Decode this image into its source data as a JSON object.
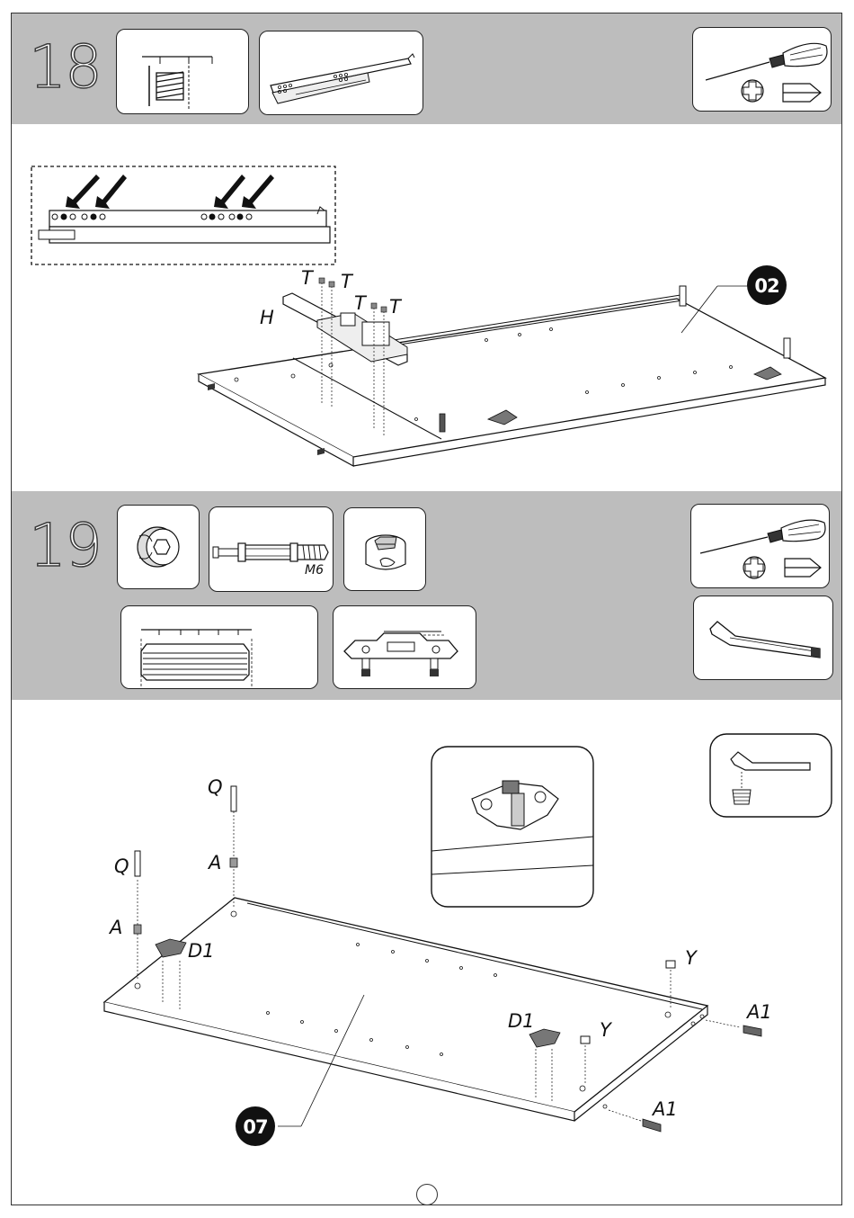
{
  "steps": [
    {
      "number": "18"
    },
    {
      "number": "19"
    }
  ],
  "step18": {
    "hardware_labels": {
      "screw": "T",
      "runner": "H"
    },
    "part_badge": "02"
  },
  "step19": {
    "cam_bolt_label": "M6",
    "labels": {
      "cam_bolt": "Q",
      "insert": "A",
      "hinge_plate": "D1",
      "cam_lock": "Y",
      "dowel": "A1"
    },
    "part_badge": "07"
  },
  "icons": [
    "screwdriver-icon",
    "phillips-head-icon",
    "flat-head-icon",
    "hex-key-icon"
  ]
}
